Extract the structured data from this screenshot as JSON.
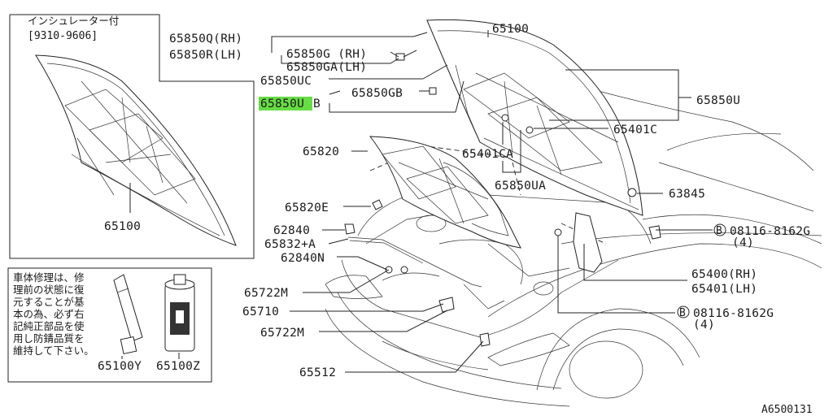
{
  "inset": {
    "note_line1": "インシュレーター付",
    "note_line2": "[9310-9606]",
    "part": "65100"
  },
  "repair_note": {
    "lines": [
      "車体修理は、修",
      "理前の状態に復",
      "元することが基",
      "本の為、必ず右",
      "記純正部品を使",
      "用し防錆品質を",
      "維持して下さい。"
    ],
    "part_y": "65100Y",
    "part_z": "65100Z"
  },
  "labels": {
    "p65850q": "65850Q(RH)",
    "p65850r": "65850R(LH)",
    "p65850g": "65850G (RH)",
    "p65850ga": "65850GA(LH)",
    "p65850uc": "65850UC",
    "p65850ub_main": "65850U",
    "p65850ub_suffix": "B",
    "p65850gb": "65850GB",
    "p65100": "65100",
    "p65850u": "65850U",
    "p65401c": "65401C",
    "p65401ca": "65401CA",
    "p65850ua": "65850UA",
    "p65820": "65820",
    "p65820e": "65820E",
    "p63845": "63845",
    "p62840": "62840",
    "p65832a": "65832+A",
    "p62840n": "62840N",
    "bolt1": "08116-8162G",
    "bolt1_qty": "(4)",
    "p65400": "65400(RH)",
    "p65401": "65401(LH)",
    "p65722m_1": "65722M",
    "p65710": "65710",
    "bolt2": "08116-8162G",
    "bolt2_qty": "(4)",
    "p65722m_2": "65722M",
    "p65512": "65512",
    "bolt_prefix": "B"
  },
  "diagram_id": "A6500131",
  "highlight_color": "#66dd44"
}
